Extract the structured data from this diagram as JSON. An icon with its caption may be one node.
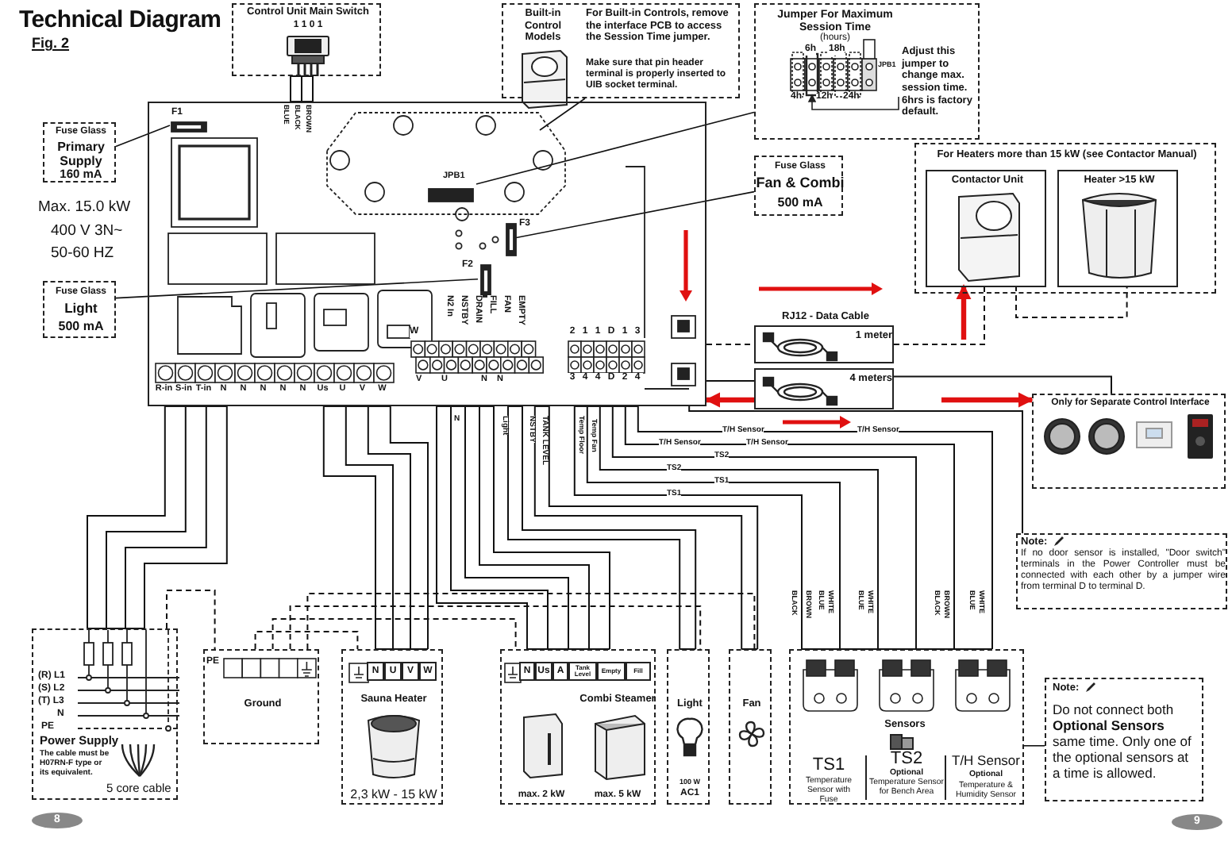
{
  "diagram": {
    "title": "Technical Diagram",
    "nodes": [
      {
        "text": [
          "Control Unit Main Switch",
          "1 1 0 1"
        ]
      },
      {
        "text": [
          "Built-in Control Models",
          "For Built-in Controls, remove the interface PCB to access the Session Time jumper.",
          "Make sure that pin header terminal is properly inserted to UIB socket terminal."
        ]
      },
      {
        "text": [
          "Jumper For Maximum Session Time",
          "(hours)",
          "Adjust this jumper to change max. session time. 6hrs is factory default."
        ]
      },
      {
        "text": [
          "Fuse Glass",
          "Primary Supply",
          "160 mA"
        ]
      },
      {
        "text": [],
        "shape": "box"
      },
      {
        "text": [
          "Fuse Glass",
          "Fan & Combi",
          "500 mA"
        ]
      },
      {
        "text": [
          "Fuse Glass",
          "Light",
          "500 mA"
        ]
      },
      {
        "text": [
          "For Heaters more than 15 kW (see Contactor Manual)"
        ]
      },
      {
        "text": [
          "Contactor Unit"
        ],
        "in": 7
      },
      {
        "text": [
          "Heater >15 kW"
        ],
        "in": 7
      },
      {
        "text": [
          "RJ12 - Data Cable",
          "1 meter"
        ]
      },
      {
        "text": [
          "4 meters"
        ]
      },
      {
        "text": [
          "Only for Separate Control Interface"
        ]
      },
      {
        "text": [
          "Note:",
          "If no door sensor is installed, \"Door switch\" terminals in the Power Controller must be connected with each other by a jumper wire from terminal D to terminal D."
        ]
      },
      {
        "text": [
          "Power Supply",
          "The cable must be H07RN-F type or its equivalent.",
          "5 core cable"
        ]
      },
      {
        "text": [
          "Ground"
        ]
      },
      {
        "text": [
          "Sauna Heater",
          "2,3 kW - 15 kW"
        ]
      },
      {
        "text": [
          "Combi Steamer",
          "max. 2 kW",
          "max. 5 kW"
        ]
      },
      {
        "text": [
          "Light",
          "100 W",
          "AC1"
        ]
      },
      {
        "text": [
          "Fan"
        ]
      },
      {
        "text": [
          "Sensors",
          "TS1",
          "Temperature Sensor with Fuse",
          "TS2",
          "Optional",
          "Temperature Sensor for Bench Area",
          "T/H Sensor",
          "Optional",
          "Temperature & Humidity Sensor"
        ]
      },
      {
        "text": [
          "Note:",
          "Do not connect both **Optional Sensors** same time. Only one of the optional sensors at a time is allowed."
        ]
      }
    ],
    "edges": [
      {
        "from": 0,
        "to": 4,
        "arrow": "none"
      },
      {
        "from": 3,
        "to": 4,
        "arrow": "none"
      },
      {
        "from": 1,
        "to": 4,
        "arrow": "none"
      },
      {
        "from": 2,
        "to": 4,
        "arrow": "none"
      },
      {
        "from": 5,
        "to": 4,
        "arrow": "none"
      },
      {
        "from": 6,
        "to": 4,
        "arrow": "none"
      },
      {
        "from": 4,
        "to": 14,
        "arrow": "none"
      },
      {
        "from": 4,
        "to": 16,
        "arrow": "none"
      },
      {
        "from": 4,
        "to": 17,
        "arrow": "none"
      },
      {
        "from": 4,
        "to": 18,
        "arrow": "none"
      },
      {
        "from": 4,
        "to": 19,
        "arrow": "none"
      },
      {
        "from": 4,
        "to": 20,
        "arrow": "none"
      },
      {
        "from": 4,
        "to": 10,
        "arrow": "none",
        "style": "dashed"
      },
      {
        "from": 10,
        "to": 8,
        "arrow": "none",
        "style": "dashed"
      },
      {
        "from": 8,
        "to": 9,
        "arrow": "none",
        "style": "dashed"
      },
      {
        "from": 4,
        "to": 11,
        "arrow": "none"
      },
      {
        "from": 11,
        "to": 12,
        "arrow": "none"
      },
      {
        "from": 4,
        "to": 13,
        "arrow": "none"
      },
      {
        "from": 14,
        "to": 15,
        "arrow": "none",
        "style": "dashed"
      },
      {
        "from": 15,
        "to": 16,
        "arrow": "none",
        "style": "dashed"
      },
      {
        "from": 15,
        "to": 17,
        "arrow": "none",
        "style": "dashed"
      },
      {
        "from": 15,
        "to": 18,
        "arrow": "none",
        "style": "dashed"
      },
      {
        "from": 15,
        "to": 19,
        "arrow": "none",
        "style": "dashed"
      },
      {
        "from": 21,
        "to": 20,
        "arrow": "none"
      },
      {
        "from": 11,
        "to": 4,
        "arrow": "to",
        "style": "thick",
        "color": "#e01010"
      },
      {
        "from": null,
        "to": 8,
        "arrow": "to",
        "style": "thick",
        "color": "#e01010"
      },
      {
        "from": null,
        "to": 12,
        "arrow": "to",
        "style": "thick",
        "color": "#e01010"
      }
    ],
    "labels": [
      "Fig. 2",
      "F1",
      "JPB1",
      "F3",
      "F2",
      "Max. 15.0 kW",
      "400 V 3N~",
      "50-60 HZ",
      "BLUE",
      "BLACK",
      "BROWN",
      "6h",
      "18h",
      "4h",
      "12h",
      "24h",
      "JPB1",
      "W",
      "N2 In",
      "NSTBY",
      "DRAIN",
      "FILL",
      "FAN",
      "EMPTY",
      "R-in",
      "S-in",
      "T-in",
      "N",
      "N",
      "N",
      "N",
      "N",
      "Us",
      "U",
      "V",
      "W",
      "V",
      "U",
      "N",
      "N",
      "2 1 1 D 1 3",
      "Light",
      "NSTBY",
      "N",
      "TANK LEVEL",
      "3 4 4 D 2 4",
      "Temp Floor",
      "Temp Fan",
      "T/H Sensor",
      "T/H Sensor",
      "T/H Sensor",
      "T/H Sensor",
      "TS2",
      "TS2",
      "TS1",
      "TS1",
      "(R) L1",
      "(S) L2",
      "(T) L3",
      "N",
      "PE",
      "PE",
      "N",
      "U",
      "V",
      "W",
      "N",
      "Us",
      "A",
      "Tank Level",
      "Empty",
      "Fill",
      "BLACK",
      "BROWN",
      "BLUE",
      "WHITE",
      "BLUE",
      "WHITE",
      "BLACK",
      "BROWN",
      "BLUE",
      "WHITE",
      "8",
      "9"
    ]
  }
}
